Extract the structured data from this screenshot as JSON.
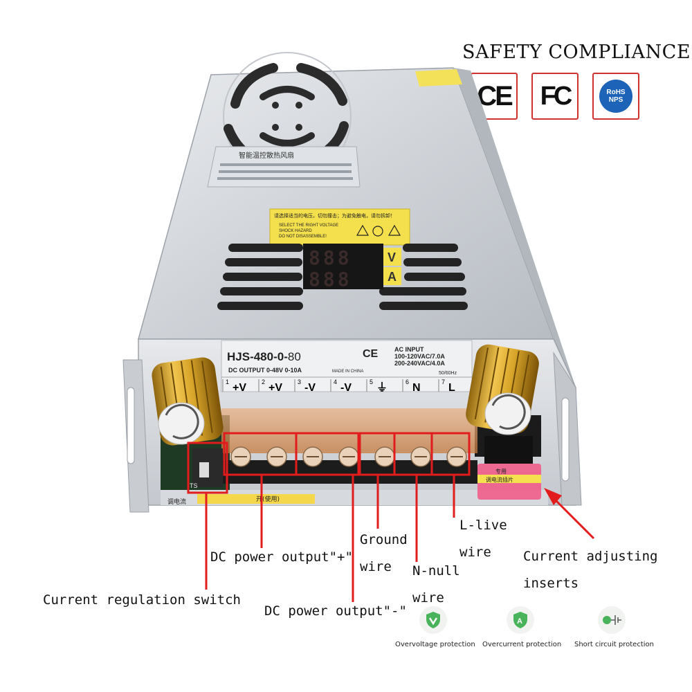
{
  "safety": {
    "title": "SAFETY COMPLIANCE",
    "certs": [
      {
        "icon": "ce-mark-icon",
        "text": "CE"
      },
      {
        "icon": "fcc-mark-icon",
        "text": "FC"
      },
      {
        "icon": "rohs-mark-icon",
        "top": "RoHS",
        "bottom": "NPS"
      }
    ]
  },
  "device": {
    "model_prefix": "HJS-480-0-",
    "model_suffix": "80",
    "ce_mark": "CE",
    "dc_output": "DC OUTPUT  0-48V  0-10A",
    "made_in": "MADE IN CHINA",
    "ac_input_title": "AC INPUT",
    "ac_input_line1": "100-120VAC/7.0A",
    "ac_input_line2": "200-240VAC/4.0A",
    "frequency": "50/60Hz",
    "terminals": [
      {
        "num": "1",
        "label": "+V"
      },
      {
        "num": "2",
        "label": "+V"
      },
      {
        "num": "3",
        "label": "-V"
      },
      {
        "num": "4",
        "label": "-V"
      },
      {
        "num": "5",
        "label": "⏚"
      },
      {
        "num": "6",
        "label": "N"
      },
      {
        "num": "7",
        "label": "L"
      }
    ],
    "display_units": {
      "voltage": "V",
      "current": "A"
    },
    "digits": "888",
    "fan_panel_title": "智能温控散热风扇",
    "warning_cn": "请选择适当的电压，切勿撞击；为避免触电，请勿拆卸！",
    "warning_en": [
      "SELECT THE RIGHT VOLTAGE",
      "SHOCK HAZARD",
      "DO NOT DISASSEMBLE!"
    ],
    "bottom_label": "调电流",
    "bottom_label_right": "开(使用)",
    "insert_label": "调电流插片",
    "insert_tag": "专用",
    "switch_code": "TS"
  },
  "callouts": {
    "current_regulation_switch": "Current regulation switch",
    "dc_output_plus": "DC power output\"+\"",
    "dc_output_minus": "DC power output\"-\"",
    "ground_wire_1": "Ground",
    "ground_wire_2": "wire",
    "n_null_1": "N-null",
    "n_null_2": "wire",
    "l_live_1": "L-live",
    "l_live_2": "wire",
    "current_adjusting_1": "Current adjusting",
    "current_adjusting_2": "inserts"
  },
  "protections": [
    {
      "icon": "overvoltage-shield-icon",
      "label": "Overvoltage protection"
    },
    {
      "icon": "overcurrent-shield-icon",
      "label": "Overcurrent protection"
    },
    {
      "icon": "short-circuit-icon",
      "label": "Short circuit protection"
    }
  ],
  "colors": {
    "callout_red": "#e21c1c",
    "knob_gold": "#d9a62a",
    "display_red": "#e02020"
  }
}
